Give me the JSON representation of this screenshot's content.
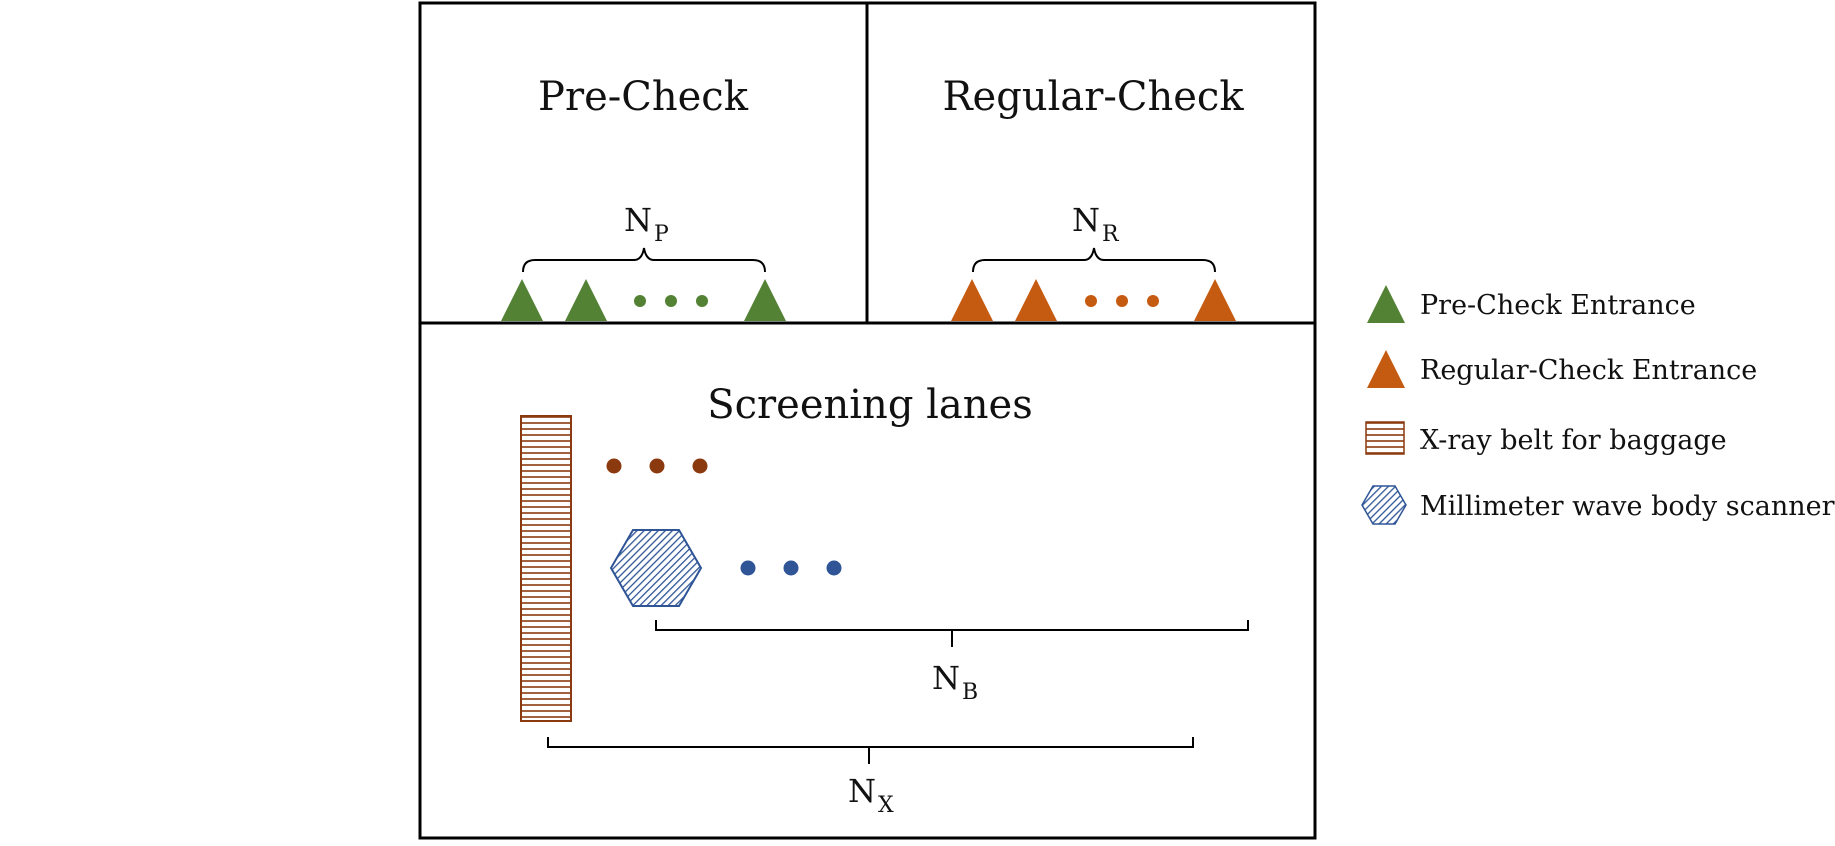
{
  "title": "",
  "zones": {
    "precheck": {
      "label": "Pre-Check"
    },
    "regular": {
      "label": "Regular-Check"
    },
    "screening": {
      "label": "Screening lanes"
    }
  },
  "counts": {
    "precheck": {
      "main": "N",
      "sub": "P"
    },
    "regular": {
      "main": "N",
      "sub": "R"
    },
    "scanner": {
      "main": "N",
      "sub": "B"
    },
    "xray": {
      "main": "N",
      "sub": "X"
    }
  },
  "legend": {
    "precheck_entrance": "Pre-Check Entrance",
    "regular_entrance": "Regular-Check Entrance",
    "xray_belt": "X-ray belt for baggage",
    "body_scanner": "Millimeter wave body scanner"
  },
  "icons": {
    "precheck_entrance": "green-triangle-icon",
    "regular_entrance": "orange-triangle-icon",
    "xray_belt": "striped-rectangle-icon",
    "body_scanner": "hatched-hexagon-icon",
    "ellipsis": "dots-icon"
  },
  "colors": {
    "precheck": "#548235",
    "regular": "#C55A11",
    "xray": "#8B3A0F",
    "scanner": "#2F5597",
    "outline": "#000000"
  }
}
